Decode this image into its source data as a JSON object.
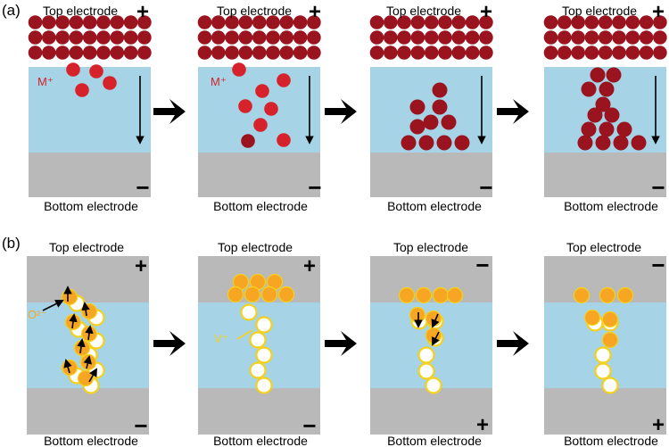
{
  "colors": {
    "electrode_gray": "#b9b9b9",
    "electrolyte_blue": "#a6d3e6",
    "metal_dark_red": "#9a1420",
    "metal_ion_red": "#d6222a",
    "oxygen_orange": "#f6a623",
    "vacancy_outline": "#f4d11c",
    "arrow_black": "#000000"
  },
  "labels": {
    "top_electrode": "Top electrode",
    "bottom_electrode": "Bottom electrode",
    "plus": "+",
    "minus": "−",
    "metal_ion": "M⁺",
    "oxygen_ion": "O²⁻",
    "vacancy": "V⁺"
  },
  "panel_a": {
    "tag": "(a)",
    "stages": [
      {
        "top_sign": "+",
        "bottom_sign": "−",
        "ion_label": "M⁺"
      },
      {
        "top_sign": "+",
        "bottom_sign": "−",
        "ion_label": "M⁺"
      },
      {
        "top_sign": "+",
        "bottom_sign": "−",
        "ion_label": ""
      },
      {
        "top_sign": "+",
        "bottom_sign": "−",
        "ion_label": ""
      }
    ]
  },
  "panel_b": {
    "tag": "(b)",
    "stages": [
      {
        "top_sign": "+",
        "bottom_sign": "−",
        "ion_label": "O²⁻"
      },
      {
        "top_sign": "+",
        "bottom_sign": "−",
        "ion_label": "V⁺"
      },
      {
        "top_sign": "−",
        "bottom_sign": "+",
        "ion_label": ""
      },
      {
        "top_sign": "−",
        "bottom_sign": "+",
        "ion_label": ""
      }
    ]
  }
}
